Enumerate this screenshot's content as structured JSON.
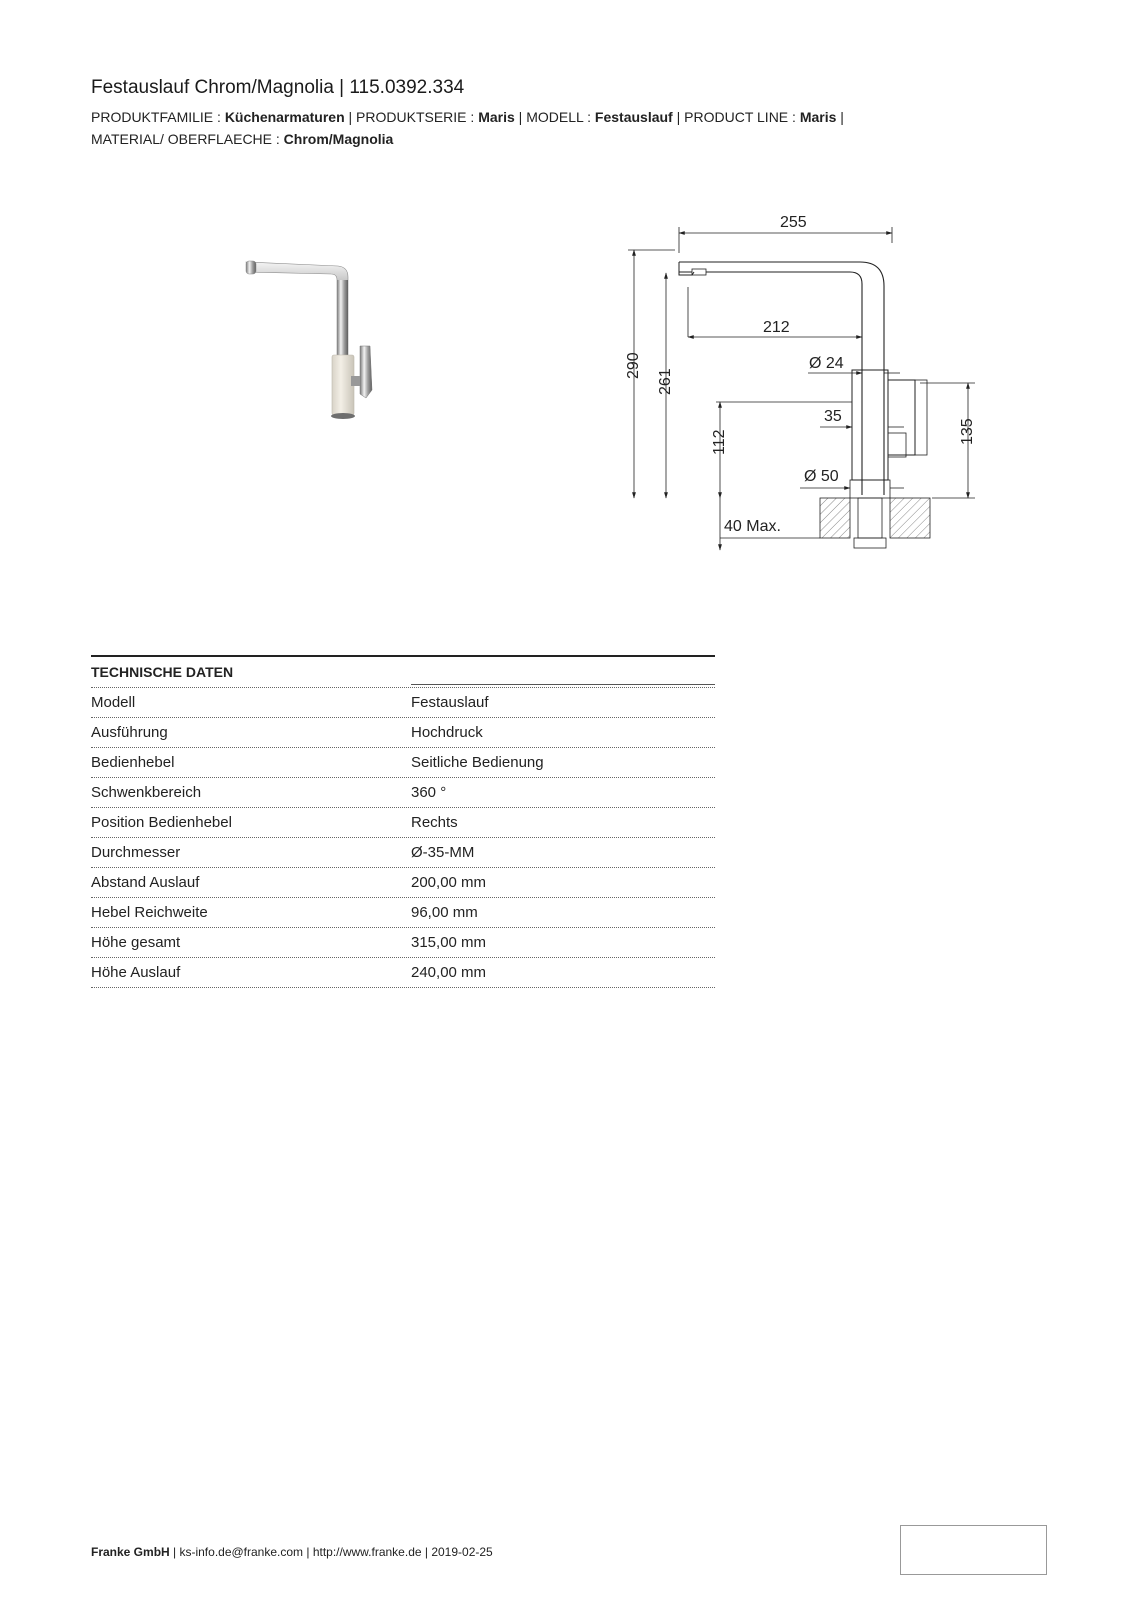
{
  "header": {
    "title": "Festauslauf Chrom/Magnolia | 115.0392.334",
    "meta": [
      {
        "label": "PRODUKTFAMILIE : ",
        "value": "Küchenarmaturen",
        "sep": " |  "
      },
      {
        "label": "PRODUKTSERIE : ",
        "value": "Maris",
        "sep": " |  "
      },
      {
        "label": "MODELL : ",
        "value": "Festauslauf",
        "sep": " |  "
      },
      {
        "label": "PRODUCT LINE : ",
        "value": "Maris",
        "sep": " |"
      },
      {
        "label": "MATERIAL/ OBERFLAECHE : ",
        "value": "Chrom/Magnolia",
        "sep": ""
      }
    ]
  },
  "drawing": {
    "dim_255": "255",
    "dim_212": "212",
    "dim_d24": "Ø 24",
    "dim_290": "290",
    "dim_261": "261",
    "dim_35": "35",
    "dim_135": "135",
    "dim_112": "112",
    "dim_d50": "Ø 50",
    "dim_40max": "40 Max."
  },
  "technical": {
    "heading": "TECHNISCHE DATEN",
    "rows": [
      {
        "key": "Modell",
        "value": "Festauslauf"
      },
      {
        "key": "Ausführung",
        "value": "Hochdruck"
      },
      {
        "key": "Bedienhebel",
        "value": "Seitliche Bedienung"
      },
      {
        "key": "Schwenkbereich",
        "value": "360 °"
      },
      {
        "key": "Position Bedienhebel",
        "value": "Rechts"
      },
      {
        "key": "Durchmesser",
        "value": "Ø-35-MM"
      },
      {
        "key": "Abstand Auslauf",
        "value": "200,00 mm"
      },
      {
        "key": "Hebel Reichweite",
        "value": "96,00 mm"
      },
      {
        "key": "Höhe gesamt",
        "value": "315,00 mm"
      },
      {
        "key": "Höhe Auslauf",
        "value": "240,00 mm"
      }
    ]
  },
  "footer": {
    "company": "Franke GmbH",
    "rest": " | ks-info.de@franke.com | http://www.franke.de | 2019-02-25"
  }
}
